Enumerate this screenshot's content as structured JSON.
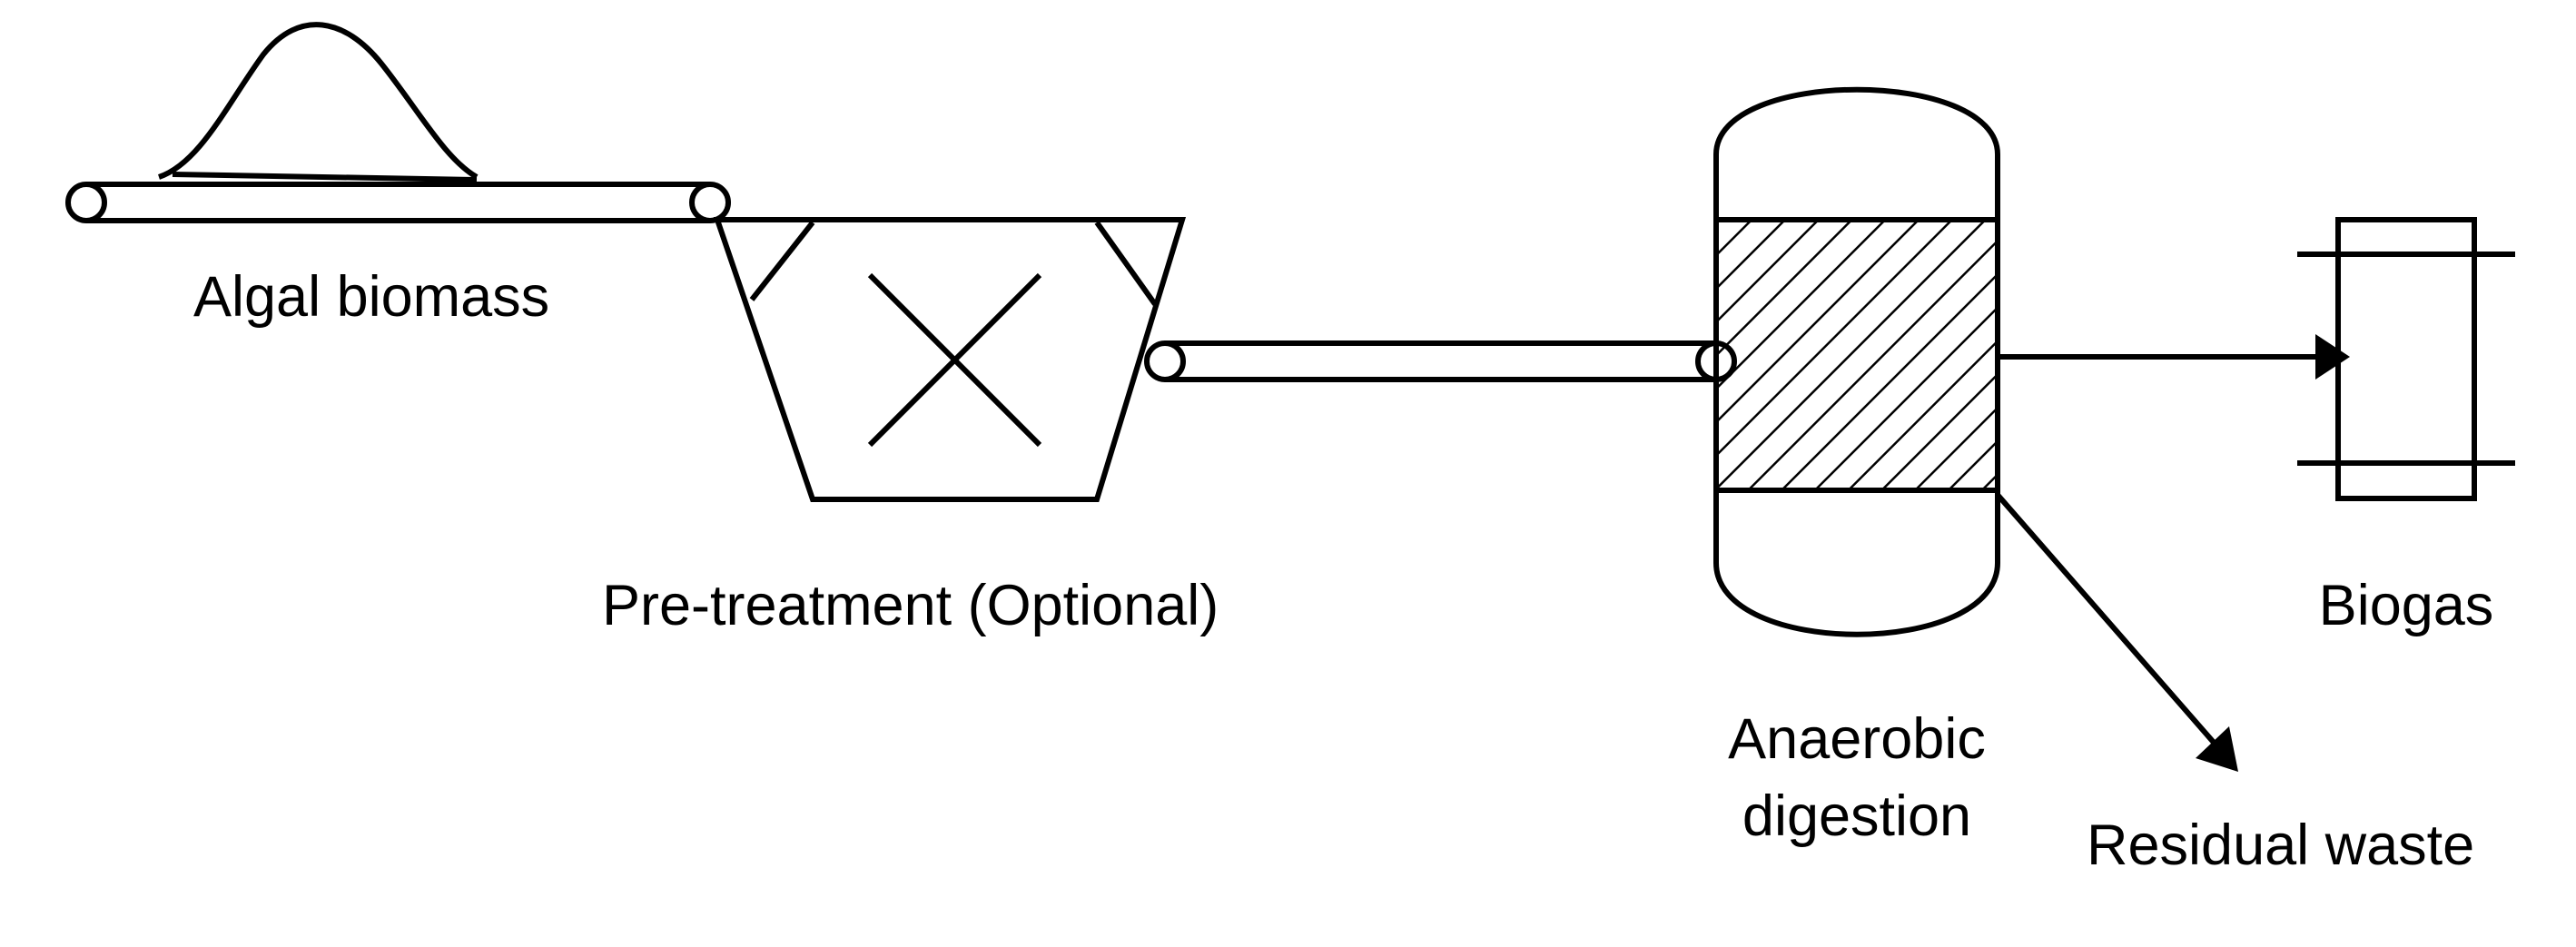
{
  "labels": {
    "algal_biomass": "Algal biomass",
    "pretreatment": "Pre-treatment (Optional)",
    "anaerobic_line1": "Anaerobic",
    "anaerobic_line2": "digestion",
    "biogas": "Biogas",
    "residual_waste": "Residual waste"
  },
  "colors": {
    "stroke": "#000000",
    "background": "#ffffff"
  },
  "icons": {
    "pretreatment_hopper": "hopper-with-cross-icon",
    "digester": "hatched-vessel-icon",
    "gas_holder": "gas-holder-icon",
    "conveyor": "belt-conveyor-icon"
  }
}
